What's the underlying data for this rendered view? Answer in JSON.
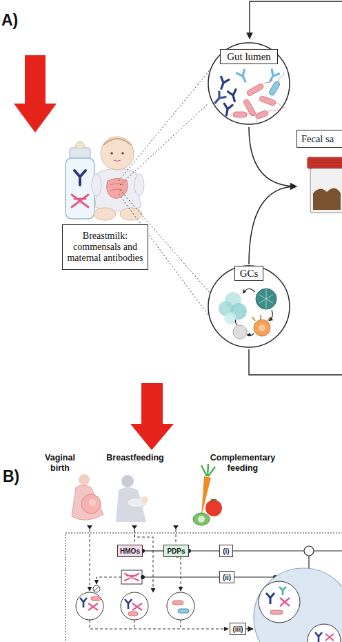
{
  "diagram": {
    "nodes": [
      {
        "text": [
          "Gut lumen"
        ]
      },
      {
        "text": [
          "Fecal sa"
        ]
      },
      {
        "text": [
          "Breastmilk: commensals and maternal antibodies"
        ]
      },
      {
        "text": [
          "GCs"
        ]
      },
      {
        "text": [
          "HMOs"
        ]
      },
      {
        "text": [
          "PDPs"
        ]
      },
      {
        "text": [
          "(i)"
        ]
      },
      {
        "text": [
          "(ii)"
        ]
      },
      {
        "text": [
          "(iii)"
        ]
      }
    ],
    "edges": [
      {
        "from": 0,
        "to": 1,
        "arrow": "to"
      },
      {
        "from": 3,
        "to": 1,
        "arrow": "to"
      },
      {
        "from": 4,
        "to": 5,
        "arrow": "none"
      },
      {
        "from": 5,
        "to": 6,
        "arrow": "none"
      }
    ],
    "labels": [
      "A)",
      "B)",
      "Vaginal birth",
      "Breastfeeding",
      "Complementary feeding"
    ]
  }
}
